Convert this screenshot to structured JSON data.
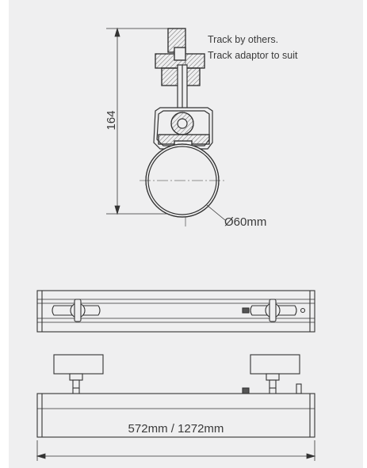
{
  "side_view": {
    "height_dimension": "164",
    "note_line_1": "Track by others.",
    "note_line_2": "Track adaptor to suit",
    "diameter_label": "Ø60mm"
  },
  "front_view": {
    "length_label": "572mm / 1272mm"
  },
  "colors": {
    "background": "#efeff0",
    "line": "#333333",
    "hatch": "#777777"
  }
}
